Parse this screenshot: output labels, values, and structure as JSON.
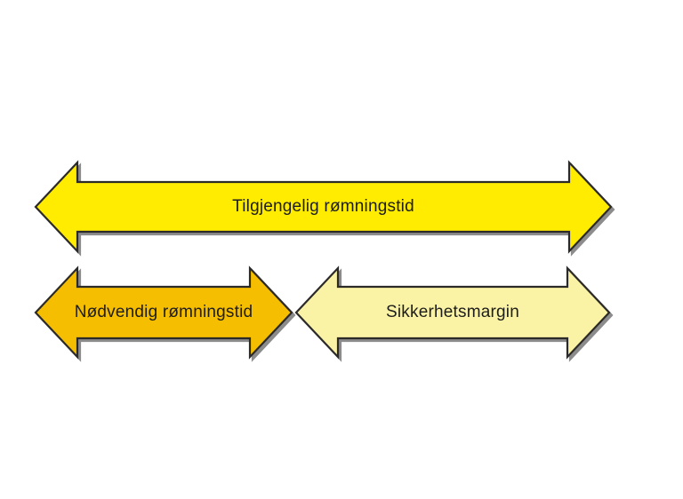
{
  "diagram": {
    "background_color": "#ffffff",
    "outline_color": "#2b2a29",
    "text_color": "#1d1d1b",
    "arrows": [
      {
        "id": "available-evacuation-time",
        "label": "Tilgjengelig rømningstid",
        "fill": "#ffec00",
        "row": "top"
      },
      {
        "id": "required-evacuation-time",
        "label": "Nødvendig rømningstid",
        "fill": "#f6be00",
        "row": "bottom-left"
      },
      {
        "id": "safety-margin",
        "label": "Sikkerhetsmargin",
        "fill": "#faf3a5",
        "row": "bottom-right"
      }
    ]
  }
}
